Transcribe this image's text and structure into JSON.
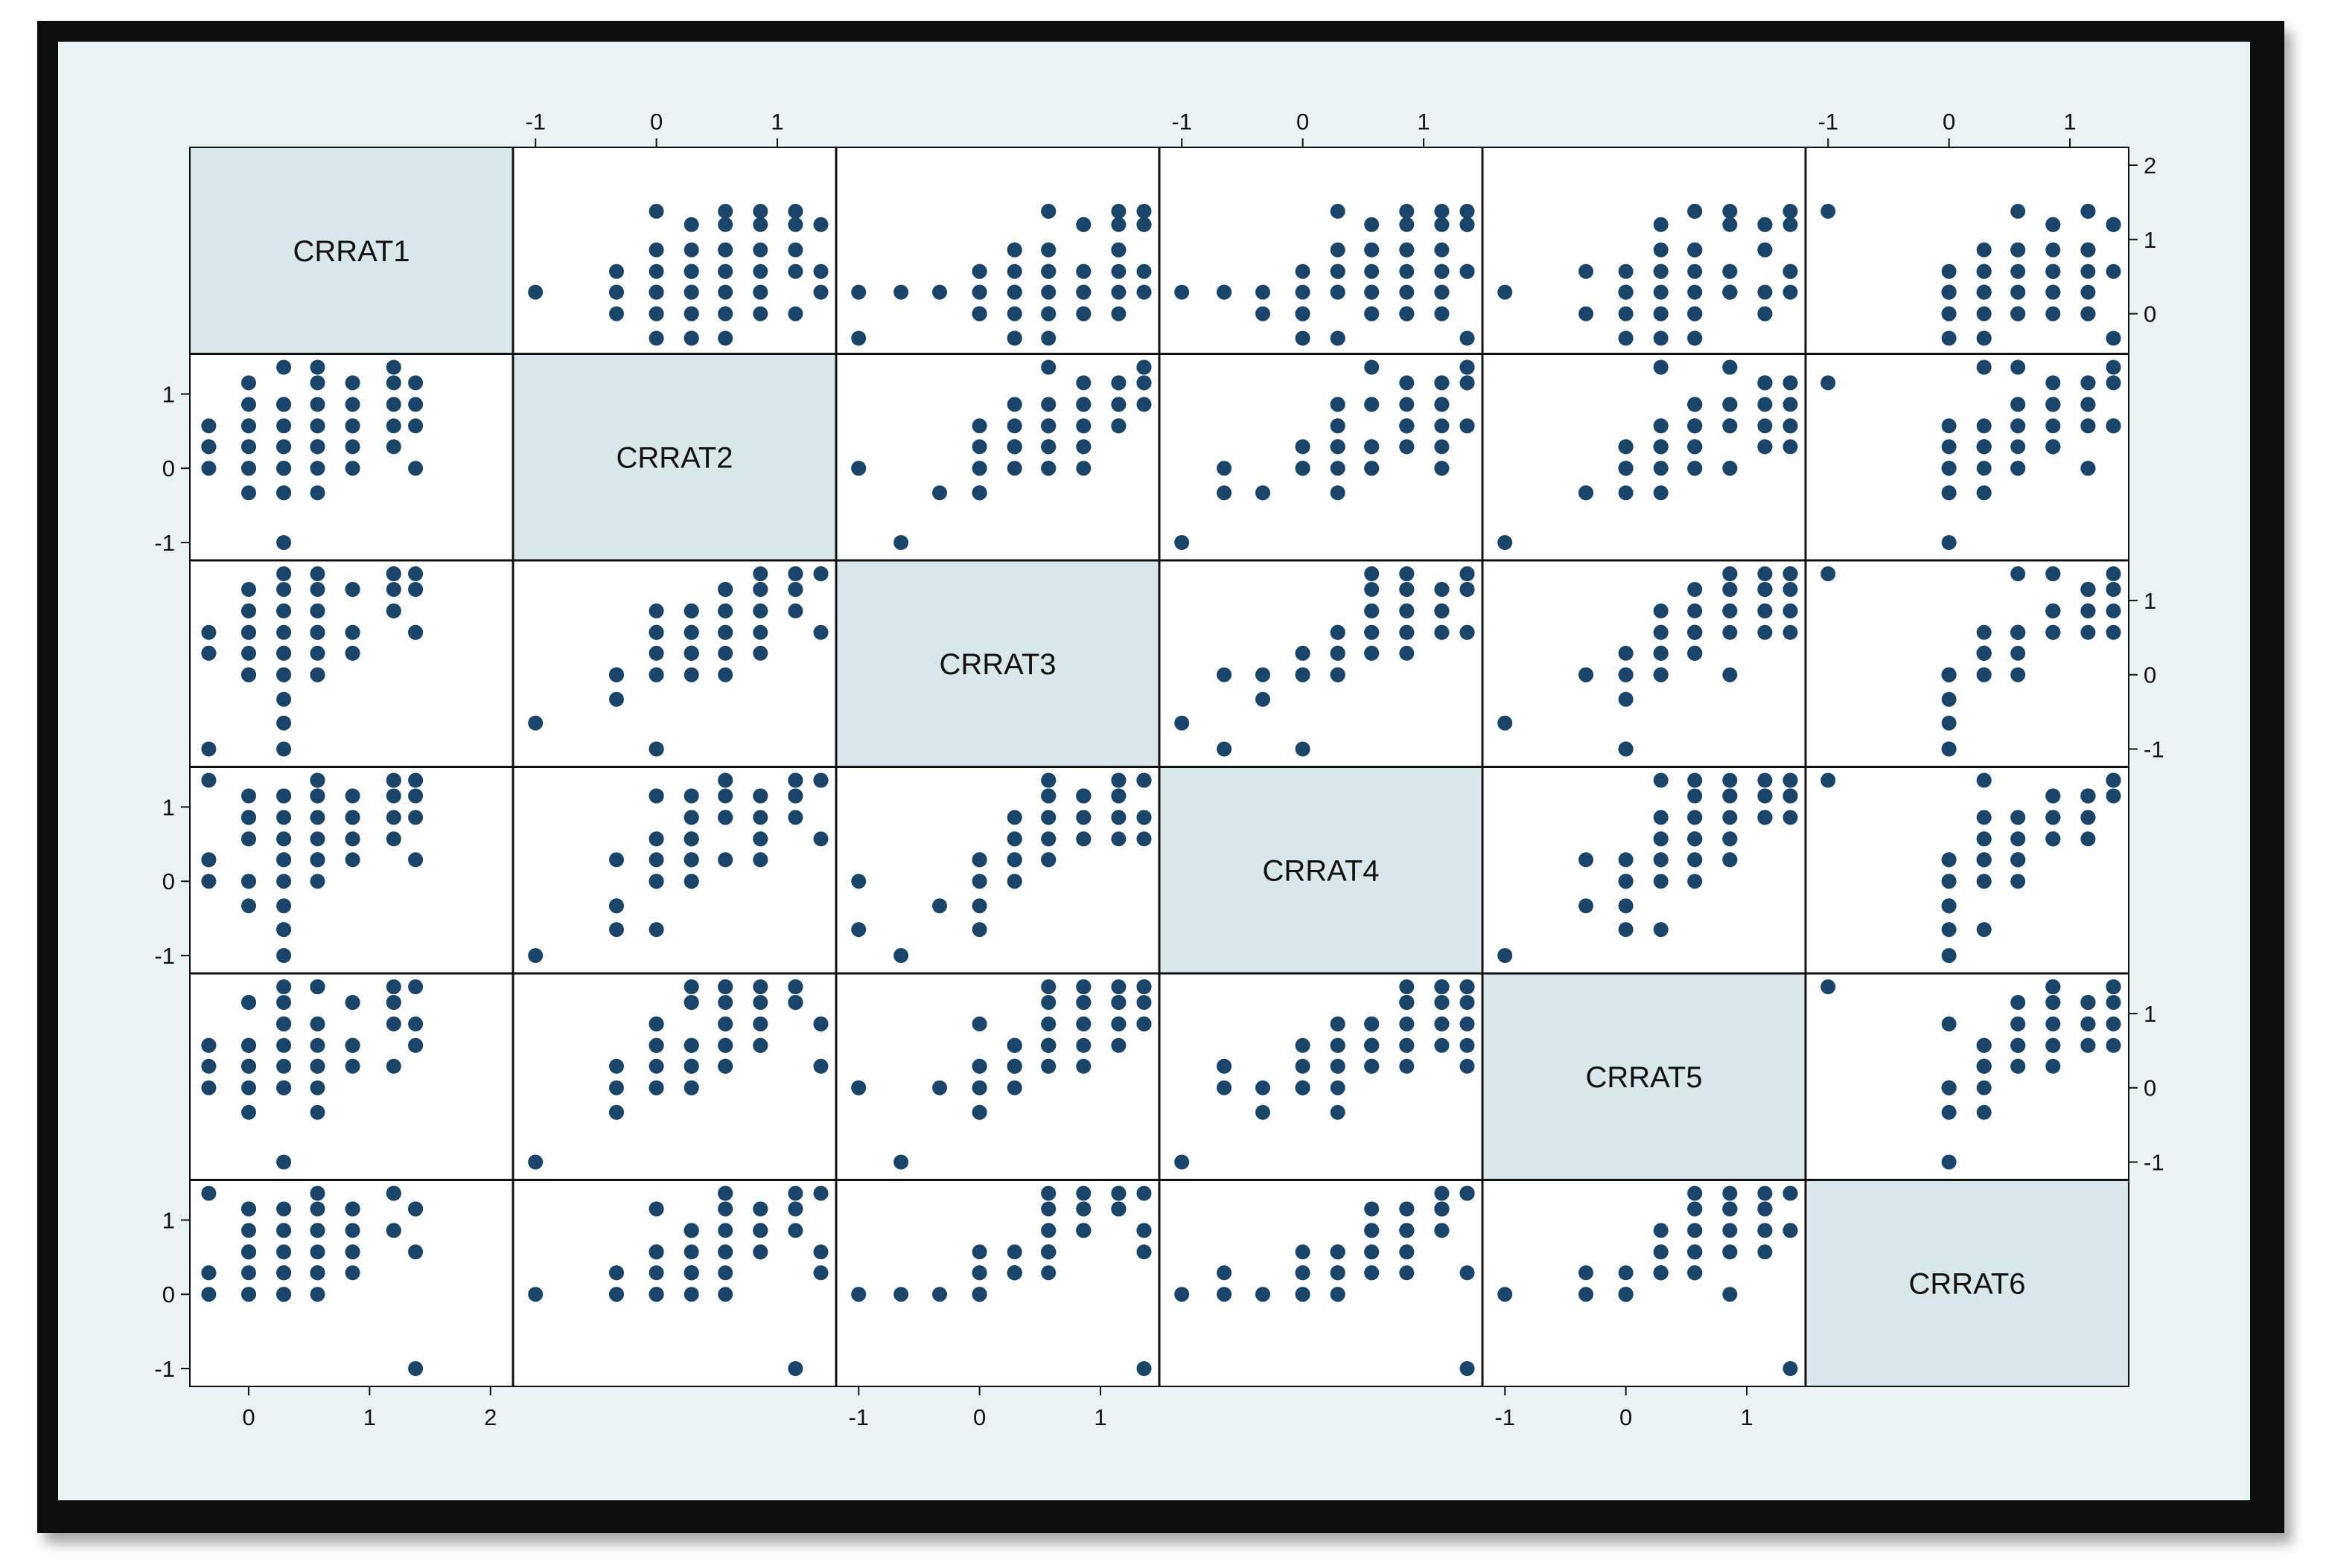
{
  "chart_data": {
    "type": "scatter",
    "subtype": "scatter-matrix",
    "variables": [
      "CRRAT1",
      "CRRAT2",
      "CRRAT3",
      "CRRAT4",
      "CRRAT5",
      "CRRAT6"
    ],
    "ticks": {
      "CRRAT1": [
        "0",
        "1",
        "2"
      ],
      "CRRAT2": [
        "-1",
        "0",
        "1"
      ],
      "CRRAT3": [
        "-1",
        "0",
        "1"
      ],
      "CRRAT4": [
        "-1",
        "0",
        "1"
      ],
      "CRRAT5": [
        "-1",
        "0",
        "1"
      ],
      "CRRAT6": [
        "-1",
        "0",
        "1"
      ]
    },
    "tick_values": {
      "CRRAT1": [
        0,
        1,
        2
      ],
      "CRRAT2": [
        -1,
        0,
        1
      ],
      "CRRAT3": [
        -1,
        0,
        1
      ],
      "CRRAT4": [
        -1,
        0,
        1
      ],
      "CRRAT5": [
        -1,
        0,
        1
      ],
      "CRRAT6": [
        -1,
        0,
        1
      ]
    },
    "ranges": {
      "CRRAT1": [
        -0.4,
        2.1
      ],
      "CRRAT2": [
        -1.1,
        1.4
      ],
      "CRRAT3": [
        -1.1,
        1.4
      ],
      "CRRAT4": [
        -1.1,
        1.4
      ],
      "CRRAT5": [
        -1.1,
        1.4
      ],
      "CRRAT6": [
        -1.1,
        1.4
      ]
    },
    "levels": {
      "CRRAT1": [
        -0.33,
        0,
        0.29,
        0.57,
        0.86,
        1.2,
        1.38
      ],
      "CRRAT2": [
        -1.0,
        -0.65,
        -0.33,
        0,
        0.29,
        0.57,
        0.86,
        1.15,
        1.36
      ],
      "CRRAT3": [
        -1.0,
        -0.65,
        -0.33,
        0,
        0.29,
        0.57,
        0.86,
        1.15,
        1.36
      ],
      "CRRAT4": [
        -1.0,
        -0.65,
        -0.33,
        0,
        0.29,
        0.57,
        0.86,
        1.15,
        1.36
      ],
      "CRRAT5": [
        -1.0,
        -0.65,
        -0.33,
        0,
        0.29,
        0.57,
        0.86,
        1.15,
        1.36
      ],
      "CRRAT6": [
        -1.0,
        -0.65,
        -0.33,
        0,
        0.29,
        0.57,
        0.86,
        1.15,
        1.36
      ]
    },
    "observations": [
      [
        -0.33,
        0,
        -1.0,
        0,
        0,
        0
      ],
      [
        -0.33,
        0.29,
        0.29,
        0.29,
        0.57,
        0.29
      ],
      [
        0,
        0,
        0,
        0,
        0,
        0
      ],
      [
        0,
        0.29,
        0.29,
        0.57,
        0.29,
        0.29
      ],
      [
        0,
        0.57,
        0.57,
        0.86,
        0.57,
        0.57
      ],
      [
        0.29,
        -0.33,
        0,
        -0.65,
        0.29,
        0.29
      ],
      [
        0.29,
        0,
        0.57,
        0.29,
        0.86,
        0.57
      ],
      [
        0.29,
        0.29,
        0.86,
        0.86,
        1.15,
        0.86
      ],
      [
        0.29,
        -1.0,
        -0.65,
        -1.0,
        -1.0,
        0
      ],
      [
        0.57,
        0,
        0.86,
        1.15,
        0.86,
        1.15
      ],
      [
        0.57,
        0.57,
        1.15,
        1.36,
        1.36,
        1.36
      ],
      [
        0.57,
        0.29,
        0,
        0.29,
        0,
        0
      ],
      [
        0.86,
        0.29,
        0.57,
        0.57,
        0.57,
        0.86
      ],
      [
        0.86,
        0.57,
        1.15,
        0.86,
        1.15,
        1.15
      ],
      [
        1.2,
        0.57,
        0.86,
        1.15,
        1.36,
        1.36
      ],
      [
        1.2,
        0.86,
        1.36,
        0.86,
        1.15,
        0.86
      ],
      [
        1.38,
        0,
        0.57,
        1.15,
        0.57,
        1.15
      ],
      [
        1.38,
        1.15,
        1.36,
        1.36,
        1.36,
        -1.0
      ],
      [
        0,
        0,
        0,
        0,
        0.29,
        0.57
      ],
      [
        0.29,
        0.29,
        0.29,
        0,
        0,
        0.29
      ],
      [
        0.57,
        0.57,
        0.57,
        0.29,
        0.29,
        0.57
      ],
      [
        0,
        -0.33,
        0,
        -0.33,
        -0.33,
        0
      ],
      [
        0.29,
        0,
        0.29,
        0.57,
        0.57,
        0.29
      ],
      [
        0.57,
        0.86,
        0.86,
        0.57,
        0.86,
        0.86
      ],
      [
        0.86,
        1.15,
        1.15,
        1.15,
        1.15,
        1.15
      ],
      [
        1.2,
        1.36,
        1.36,
        1.36,
        0.86,
        1.36
      ],
      [
        -0.33,
        0.29,
        0.29,
        0.29,
        0.29,
        0.29
      ],
      [
        0,
        0.57,
        0.86,
        0.86,
        0.57,
        0.86
      ],
      [
        0.29,
        0.86,
        1.15,
        1.15,
        0.86,
        1.15
      ],
      [
        0.57,
        1.15,
        1.36,
        0.86,
        1.36,
        0.86
      ],
      [
        0.86,
        0,
        0.57,
        0.57,
        0.57,
        0.57
      ],
      [
        0.29,
        0.57,
        0,
        0.29,
        0.86,
        0
      ],
      [
        0.57,
        0.29,
        0.29,
        0,
        0.57,
        0.29
      ],
      [
        0,
        0.29,
        0.57,
        0.86,
        1.15,
        0.57
      ],
      [
        0.29,
        0.86,
        0.86,
        1.15,
        1.36,
        0.86
      ],
      [
        1.38,
        0.57,
        1.15,
        0.86,
        0.86,
        1.15
      ],
      [
        0.57,
        1.36,
        0.57,
        1.36,
        0.29,
        0.29
      ],
      [
        0.86,
        0.86,
        0.29,
        0.29,
        0.57,
        0.57
      ],
      [
        1.2,
        0.29,
        0.86,
        0.57,
        0.29,
        0.86
      ],
      [
        0.29,
        -0.33,
        -0.33,
        -0.33,
        0,
        0
      ],
      [
        0.57,
        -0.33,
        0,
        0.29,
        -0.33,
        0.29
      ],
      [
        -0.33,
        0.57,
        0.57,
        1.36,
        0.57,
        1.36
      ],
      [
        0,
        1.15,
        0.86,
        1.15,
        1.15,
        1.15
      ],
      [
        0.29,
        1.36,
        1.36,
        0.57,
        0.86,
        0.57
      ],
      [
        0.86,
        0.57,
        0.29,
        0.86,
        0.29,
        0.29
      ],
      [
        1.2,
        1.15,
        1.15,
        1.36,
        1.15,
        1.36
      ],
      [
        1.38,
        0.86,
        0.57,
        0.29,
        0.57,
        0.57
      ],
      [
        0.29,
        0,
        -1.0,
        -0.65,
        0,
        0
      ],
      [
        0.57,
        0.29,
        0.57,
        1.15,
        1.36,
        0.86
      ],
      [
        0,
        0.86,
        1.15,
        0.57,
        0.57,
        1.15
      ]
    ]
  }
}
